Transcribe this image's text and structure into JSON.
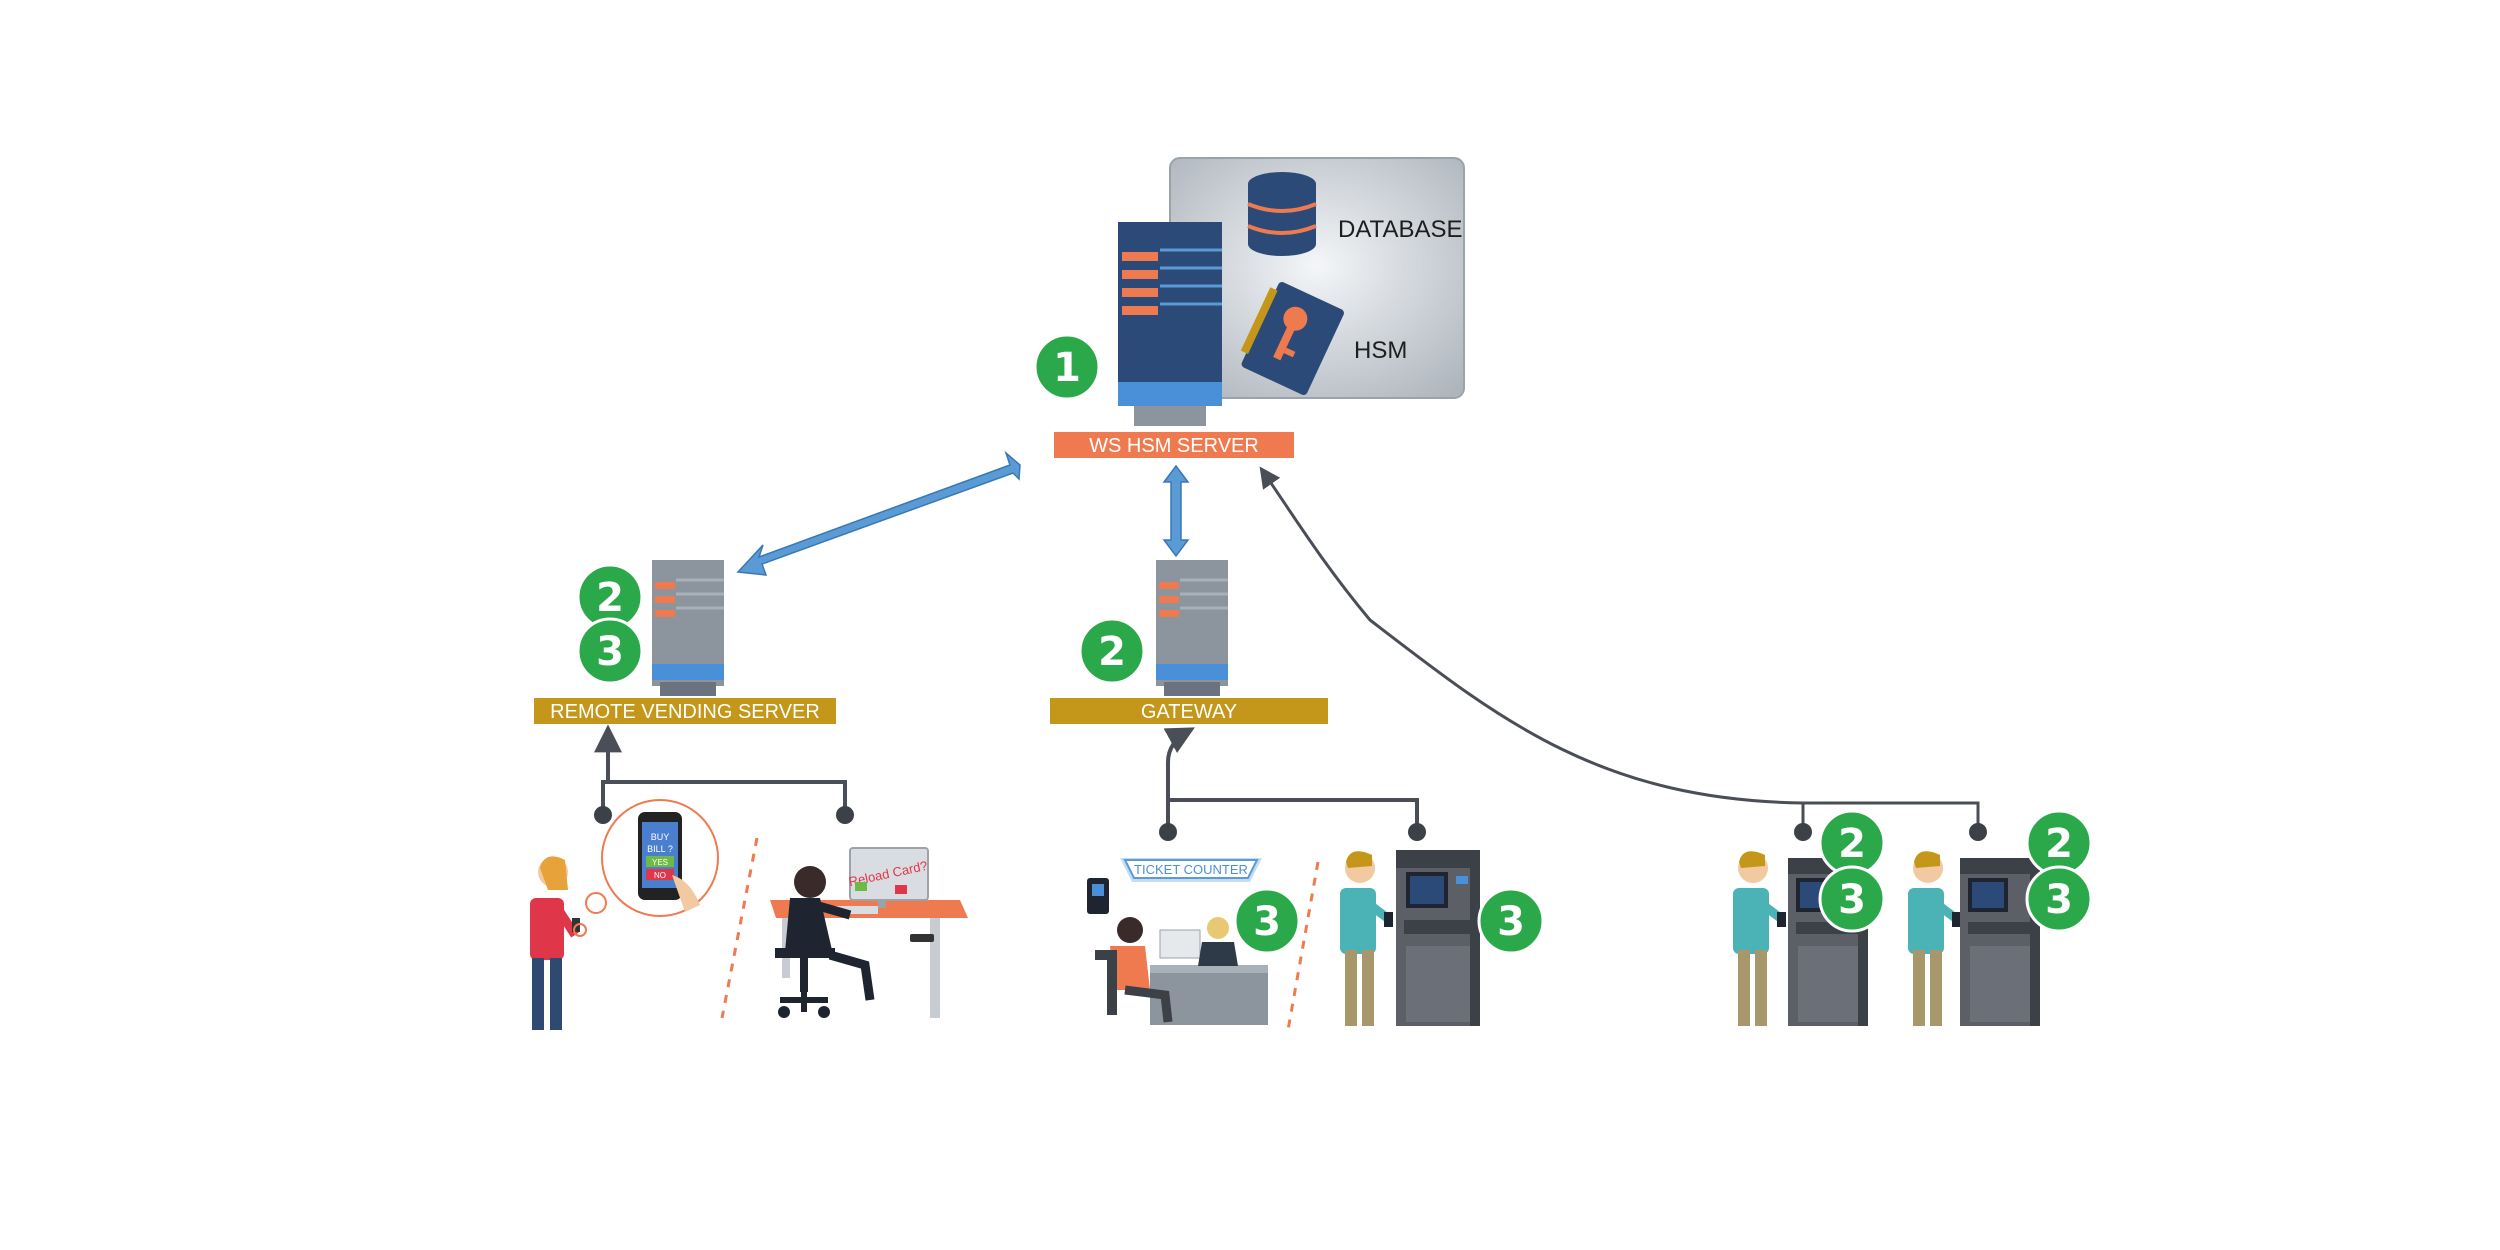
{
  "server": {
    "label": "WS HSM SERVER"
  },
  "panel": {
    "database_label": "DATABASE",
    "hsm_label": "HSM"
  },
  "remote": {
    "label": "REMOTE VENDING SERVER"
  },
  "gateway": {
    "label": "GATEWAY"
  },
  "phone_screen": {
    "line1": "BUY",
    "line2": "BILL ?",
    "yes": "YES",
    "no": "NO"
  },
  "monitor": {
    "text": "Reload Card?"
  },
  "ticket_counter": {
    "label": "TICKET COUNTER"
  },
  "badges": {
    "b1": "1",
    "b2": "2",
    "b3": "3"
  },
  "colors": {
    "badge_green": "#2ba84a",
    "server_label_bg": "#f07a50",
    "gold_label_bg": "#c4971a",
    "arrow_blue": "#5b9bd5",
    "server_dark": "#2b4a78",
    "server_grey": "#8c949e",
    "accent_orange": "#f07a50",
    "kiosk_grey": "#5c6066"
  }
}
